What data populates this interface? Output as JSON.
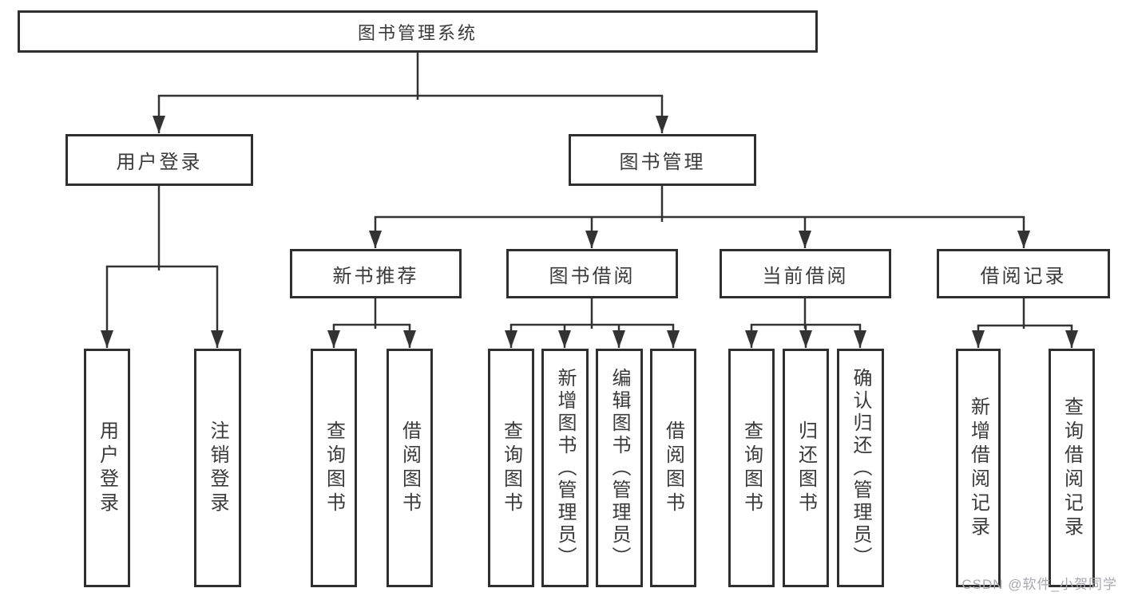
{
  "diagram_title": "图书管理系统",
  "nodes": {
    "root": "图书管理系统",
    "user_login": "用户登录",
    "book_mgmt": "图书管理",
    "new_book_rec": "新书推荐",
    "book_borrow": "图书借阅",
    "current_borrow": "当前借阅",
    "borrow_records": "借阅记录",
    "leaf_user_login": "用户登录",
    "leaf_logout": "注销登录",
    "leaf_query_books_rec": "查询图书",
    "leaf_borrow_books_rec": "借阅图书",
    "leaf_query_books_borrow": "查询图书",
    "leaf_add_books_admin": "新增图书（管理员）",
    "leaf_edit_books_admin": "编辑图书（管理员）",
    "leaf_borrow_books": "借阅图书",
    "leaf_query_books_current": "查询图书",
    "leaf_return_books": "归还图书",
    "leaf_confirm_return_admin": "确认归还（管理员）",
    "leaf_add_borrow_record": "新增借阅记录",
    "leaf_query_borrow_record": "查询借阅记录"
  },
  "hierarchy": {
    "图书管理系统": {
      "用户登录": [
        "用户登录",
        "注销登录"
      ],
      "图书管理": {
        "新书推荐": [
          "查询图书",
          "借阅图书"
        ],
        "图书借阅": [
          "查询图书",
          "新增图书（管理员）",
          "编辑图书（管理员）",
          "借阅图书"
        ],
        "当前借阅": [
          "查询图书",
          "归还图书",
          "确认归还（管理员）"
        ],
        "借阅记录": [
          "新增借阅记录",
          "查询借阅记录"
        ]
      }
    }
  },
  "watermark": "CSDN @软件_小贺同学",
  "colors": {
    "line": "#333333",
    "box_border": "#2f2f2f",
    "text": "#3a3a3a",
    "watermark_text": "#a8a8b0",
    "background": "#ffffff"
  }
}
